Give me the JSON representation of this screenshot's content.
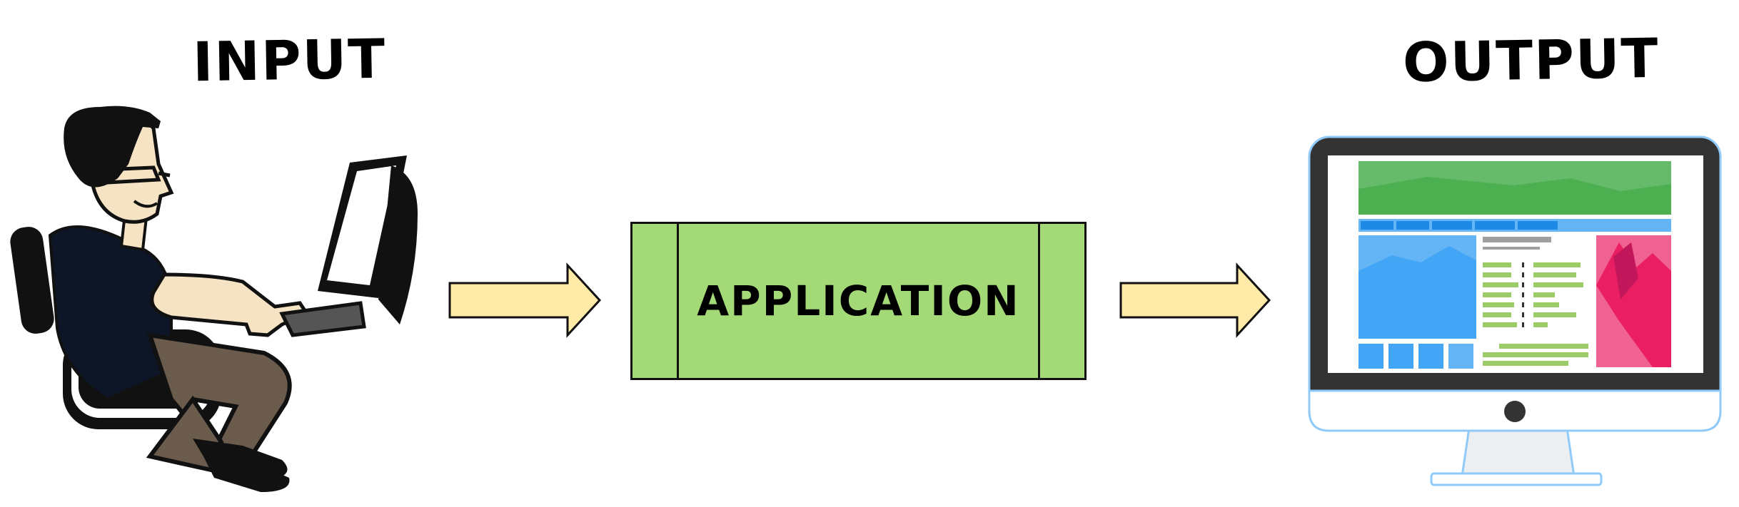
{
  "diagram": {
    "input_title": "INPUT",
    "output_title": "OUTPUT",
    "process_label": "APPLICATION"
  },
  "colors": {
    "arrow_fill": "#ffeaa8",
    "process_fill": "#a4d977",
    "monitor_frame": "#333333",
    "screen_header_green": "#4caf50",
    "screen_nav_blue": "#64b5f6",
    "screen_chart_blue": "#42a5f5",
    "screen_chart_pink": "#e91e63",
    "text_lines_green": "#9ccc65"
  },
  "icons": {
    "user": "person-at-laptop-icon",
    "output": "desktop-monitor-icon"
  }
}
